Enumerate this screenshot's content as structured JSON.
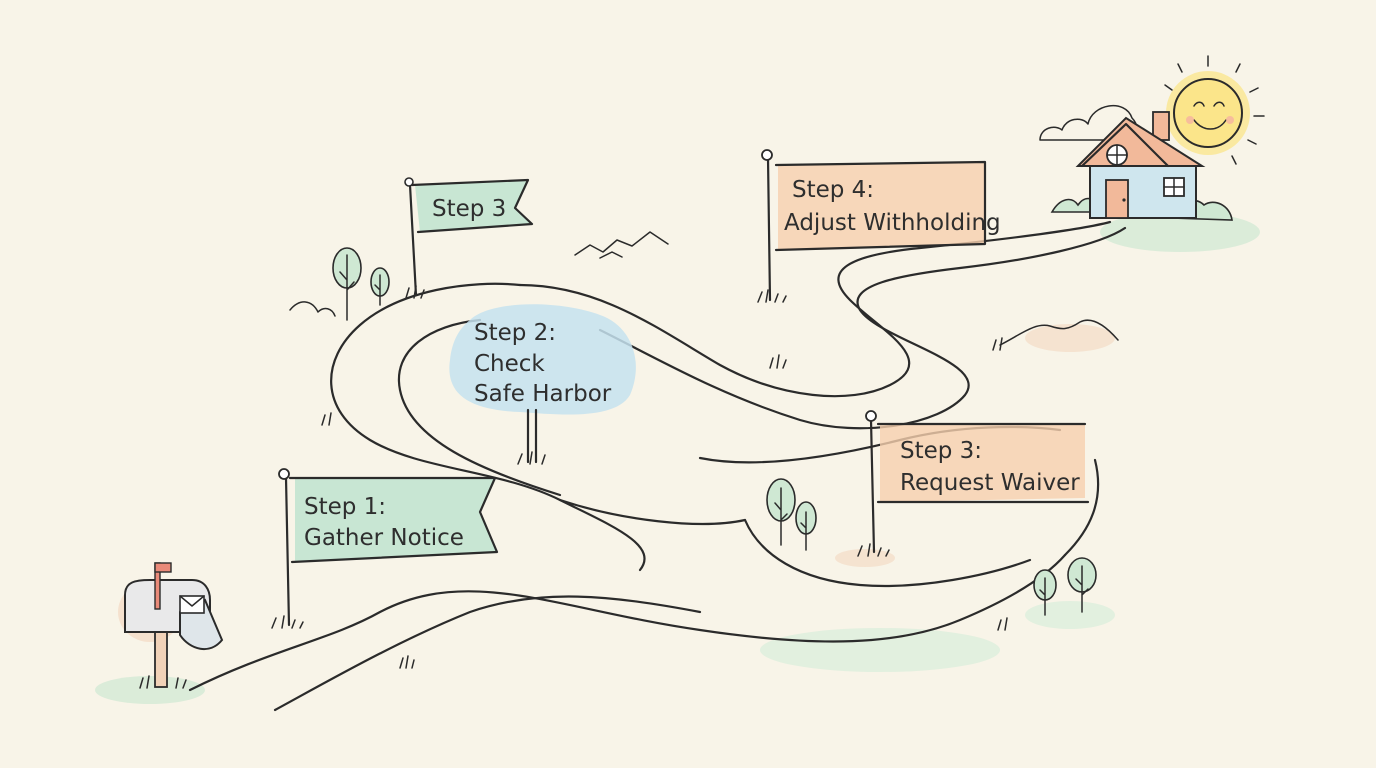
{
  "signs": {
    "step1": {
      "line1": "Step 1:",
      "line2": "Gather Notice"
    },
    "step2": {
      "line1": "Step 2:",
      "line2": "Check",
      "line3": "Safe Harbor"
    },
    "step3_flag": {
      "line1": "Step 3"
    },
    "step3_waiver": {
      "line1": "Step 3:",
      "line2": "Request Waiver"
    },
    "step4": {
      "line1": "Step 4:",
      "line2": "Adjust Withholding"
    }
  },
  "colors": {
    "background": "#f8f4e8",
    "green_wash": "#bfe3cf",
    "blue_wash": "#c6e2ee",
    "orange_wash": "#f6cfae",
    "sun": "#fbe58a",
    "roof": "#f2b99a",
    "house_wall": "#cfe6ee",
    "ink": "#2b2b2b"
  },
  "icons": [
    "mailbox-icon",
    "house-icon",
    "sun-icon",
    "cloud-icon",
    "tree-icon",
    "hill-icon",
    "flag-icon"
  ]
}
